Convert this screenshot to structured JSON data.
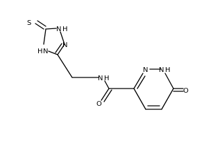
{
  "diagram": {
    "type": "chemical-structure",
    "atoms": {
      "s1": "S",
      "n1": "N",
      "h1": "H",
      "n2": "N",
      "h2": "H",
      "n3": "N",
      "n4": "N",
      "h4": "H",
      "o1": "O",
      "n5": "N",
      "n6": "N",
      "h6": "H",
      "o2": "O"
    }
  }
}
